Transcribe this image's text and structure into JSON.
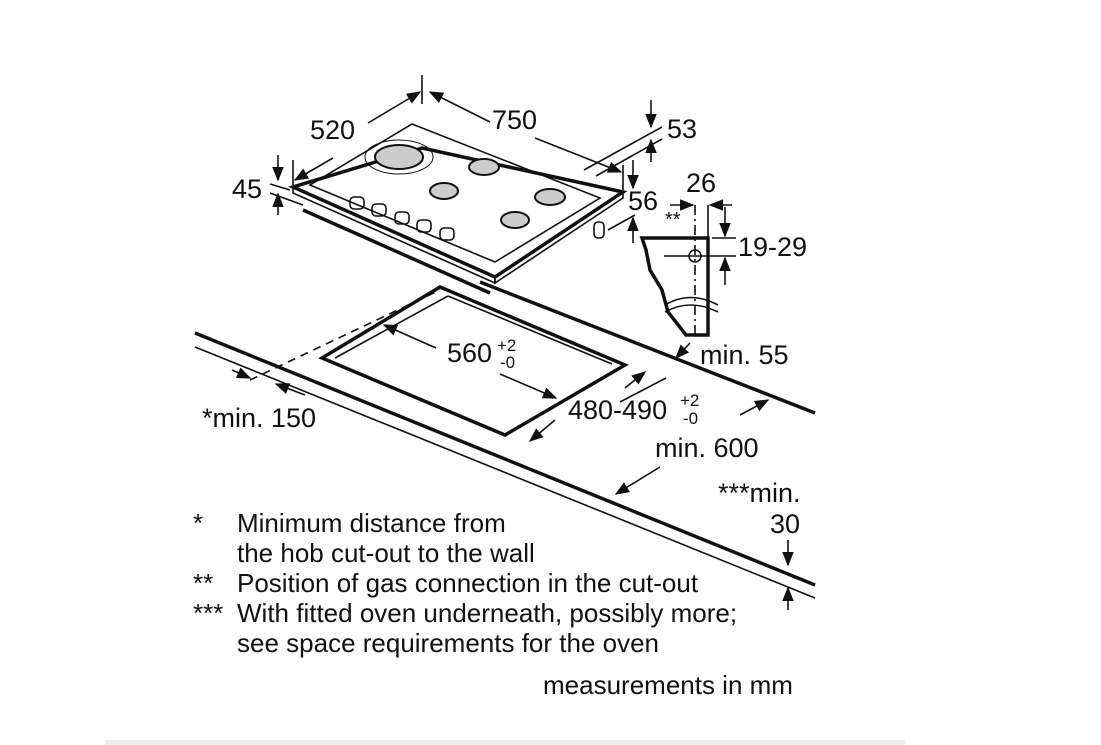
{
  "dimensions": {
    "depth": "520",
    "width": "750",
    "height_left": "45",
    "gas_height": "53",
    "gas_front": "56",
    "connection_offset": "26",
    "connection_height": "19-29",
    "min_back": "min. 55",
    "cutout_width": "560",
    "cutout_width_tol_plus": "+2",
    "cutout_width_tol_minus": "-0",
    "cutout_depth": "480-490",
    "cutout_depth_tol_plus": "+2",
    "cutout_depth_tol_minus": "-0",
    "min_wall": "*min. 150",
    "worktop_depth": "min. 600",
    "min_oven_line1": "***min.",
    "min_oven_line2": "30",
    "gas_marker": "**"
  },
  "notes": [
    {
      "marker": "*",
      "text": "Minimum distance from"
    },
    {
      "marker": "",
      "text": "the hob cut-out to the wall"
    },
    {
      "marker": "**",
      "text": "Position of gas connection in the cut-out"
    },
    {
      "marker": "***",
      "text": "With fitted oven underneath, possibly more;"
    },
    {
      "marker": "",
      "text": "see space requirements for the oven"
    }
  ],
  "units_note": "measurements in mm"
}
